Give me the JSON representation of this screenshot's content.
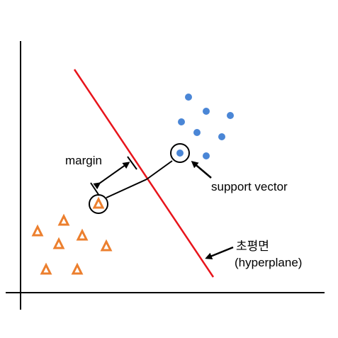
{
  "labels": {
    "margin": "margin",
    "support_vector": "support vector",
    "hyperplane_ko": "초평면",
    "hyperplane_en": "(hyperplane)"
  },
  "colors": {
    "axis": "#000000",
    "hyperplane": "#e8141b",
    "class_a": "#4a86d6",
    "class_b": "#ec7f2e",
    "annotation": "#000000"
  },
  "class_a_points_count": 8,
  "class_b_points_count": 8
}
